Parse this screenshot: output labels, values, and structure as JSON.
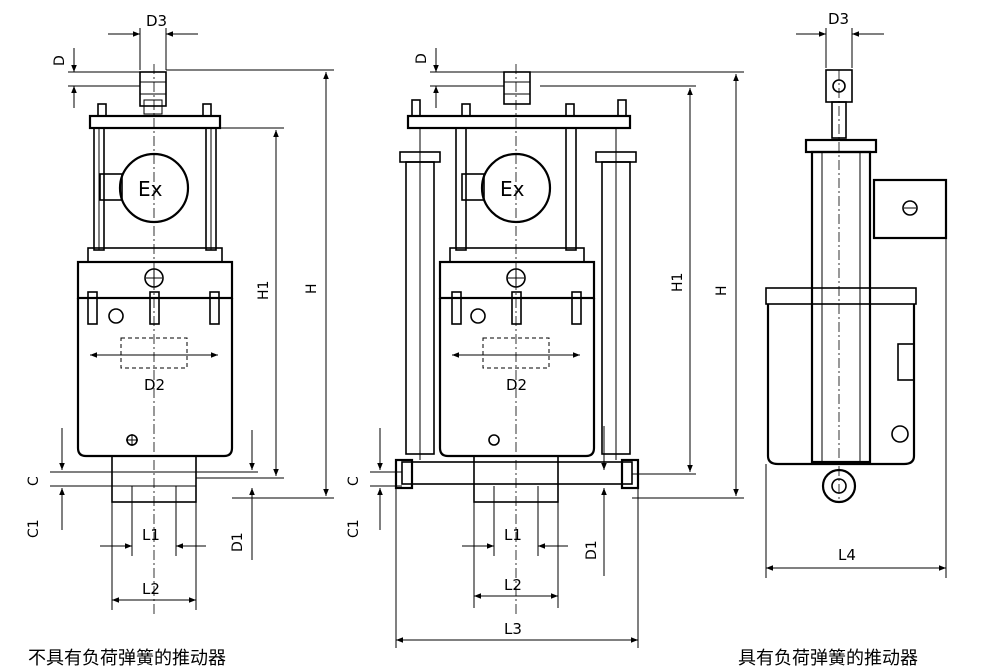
{
  "labels": {
    "d3": "D3",
    "d": "D",
    "d1": "D1",
    "d2": "D2",
    "c": "C",
    "c1": "C1",
    "h": "H",
    "h1": "H1",
    "l1": "L1",
    "l2": "L2",
    "l3": "L3",
    "l4": "L4",
    "ex": "Ex"
  },
  "captions": {
    "without_spring": "不具有负荷弹簧的推动器",
    "with_spring": "具有负荷弹簧的推动器"
  }
}
